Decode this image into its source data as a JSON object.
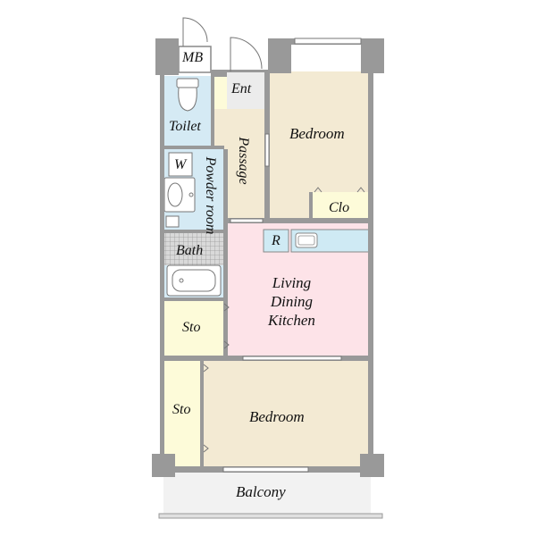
{
  "rooms": {
    "mb": "MB",
    "entrance": "Ent",
    "toilet": "Toilet",
    "passage": "Passage",
    "bedroom_north": "Bedroom",
    "closet": "Clo",
    "washer": "W",
    "powder_room": "Powder room",
    "refrigerator": "R",
    "bath": "Bath",
    "ldk": [
      "Living",
      "Dining",
      "Kitchen"
    ],
    "storage_mid": "Sto",
    "storage_south": "Sto",
    "bedroom_south": "Bedroom",
    "balcony": "Balcony"
  },
  "colors": {
    "wall": "#999999",
    "wall_dark": "#888888",
    "bedroom": "#f3ead3",
    "ldk": "#fde3e8",
    "wet_area": "#d5eaf4",
    "storage": "#fdfbd9",
    "entrance": "#ececec",
    "balcony": "#f2f2f2",
    "kitchen_counter": "#cfeaf4"
  }
}
